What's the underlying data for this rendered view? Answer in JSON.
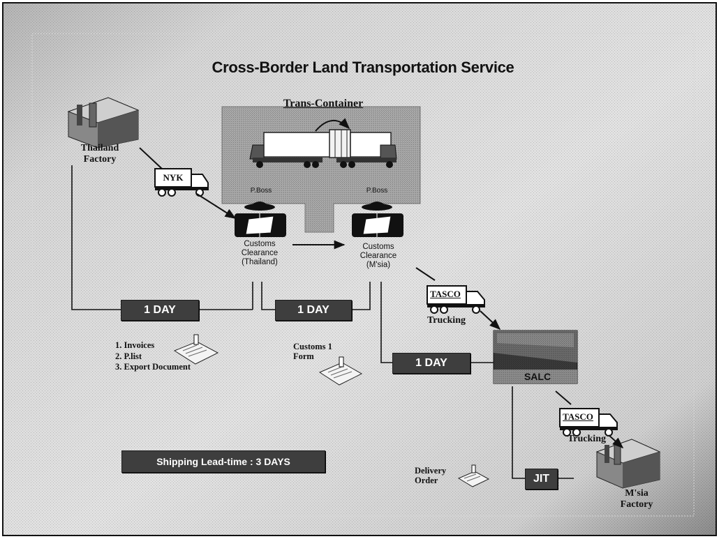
{
  "title": "Cross-Border Land Transportation Service",
  "container": {
    "label": "Trans-Container"
  },
  "origin": {
    "label_line1": "Thailand",
    "label_line2": "Factory"
  },
  "destination": {
    "label_line1": "M'sia",
    "label_line2": "Factory"
  },
  "carriers": {
    "nyk": "NYK",
    "tasco1": "TASCO",
    "tasco2": "TASCO",
    "trucking1": "Trucking",
    "trucking2": "Trucking"
  },
  "officers": {
    "thailand": {
      "tag": "P.Boss",
      "line1": "Customs",
      "line2": "Clearance",
      "line3": "(Thailand)"
    },
    "msia": {
      "tag": "P.Boss",
      "line1": "Customs",
      "line2": "Clearance",
      "line3": "(M'sia)"
    }
  },
  "durations": {
    "d1": "1 DAY",
    "d2": "1 DAY",
    "d3": "1 DAY",
    "jit": "JIT"
  },
  "warehouse": {
    "label": "SALC"
  },
  "documents": {
    "list": [
      "1. Invoices",
      "2. P.list",
      "3. Export Document"
    ],
    "customs_line1": "Customs 1",
    "customs_line2": "Form",
    "delivery_line1": "Delivery",
    "delivery_line2": "Order"
  },
  "lead_time": "Shipping Lead-time : 3 DAYS"
}
